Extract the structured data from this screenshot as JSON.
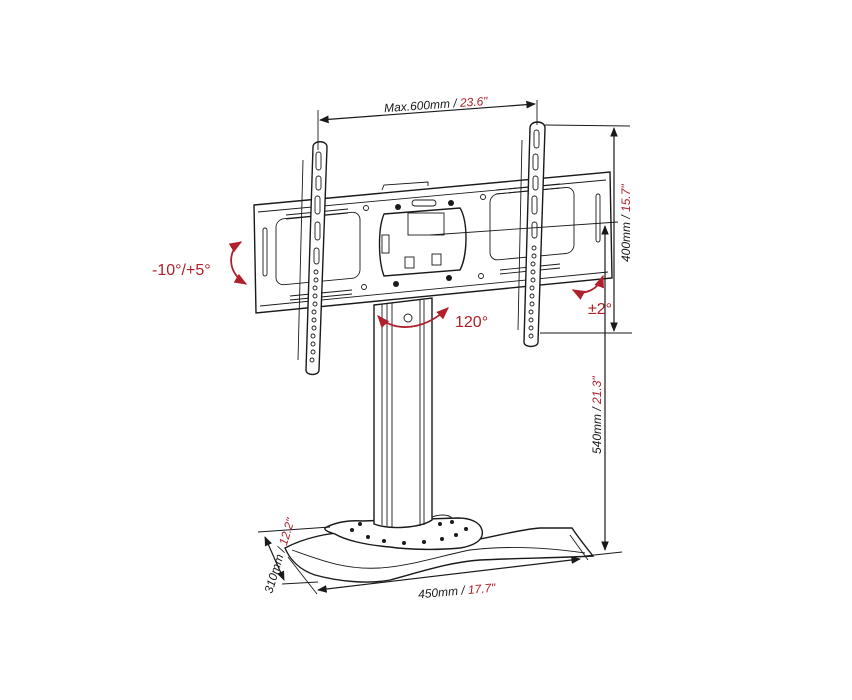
{
  "diagram": {
    "subject": "TV stand with tilting/swiveling VESA mounting bracket",
    "colors": {
      "line": "#1a1a1a",
      "accent_red": "#b0202a",
      "background": "#ffffff"
    },
    "dimensions": {
      "max_width": {
        "metric": "Max.600mm / ",
        "imperial": "23.6\""
      },
      "bracket_height": {
        "metric": "400mm / ",
        "imperial": "15.7\""
      },
      "stand_height": {
        "metric": "540mm / ",
        "imperial": "21.3\""
      },
      "base_width": {
        "metric": "450mm / ",
        "imperial": "17.7\""
      },
      "base_depth": {
        "metric": "310mm / ",
        "imperial": "12.2\""
      }
    },
    "angles": {
      "tilt": "-10°/+5°",
      "swivel": "120°",
      "level_adjust": "±2°"
    }
  }
}
